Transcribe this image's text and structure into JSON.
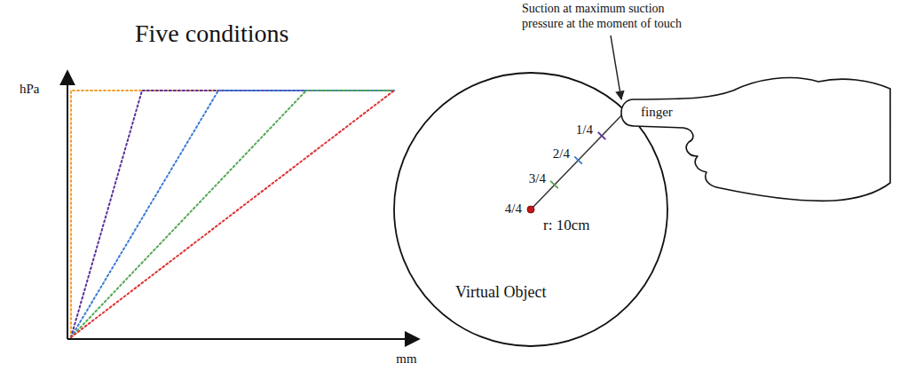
{
  "diagram": {
    "title": "Five conditions",
    "nodes": [
      {
        "text": [
          "Virtual Object"
        ]
      },
      {
        "text": [
          "finger"
        ]
      }
    ],
    "labels": [
      "hPa",
      "mm",
      "Suction at maximum suction pressure at the moment of touch",
      "1/4",
      "2/4",
      "3/4",
      "4/4",
      "r: 10cm"
    ]
  }
}
